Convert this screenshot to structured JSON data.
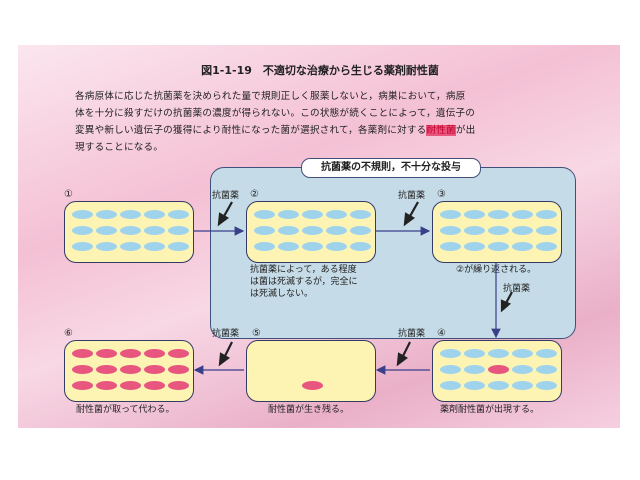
{
  "title": "図1-1-19　不適切な治療から生じる薬剤耐性菌",
  "description": {
    "line1": "各病原体に応じた抗菌薬を決められた量で規則正しく服薬しないと，病巣において，病原",
    "line2": "体を十分に殺すだけの抗菌薬の濃度が得られない。この状態が続くことによって，遺伝子の",
    "line3_a": "変異や新しい遺伝子の獲得により耐性になった菌が選択されて，各薬剤に対する",
    "line3_b": "耐性菌",
    "line3_c": "が出",
    "line4": "現することになる。"
  },
  "panel_title": "抗菌薬の不規則，不十分な投与",
  "drug_label": "抗菌薬",
  "steps": [
    {
      "num": "①",
      "caption": ""
    },
    {
      "num": "②",
      "caption_lines": [
        "抗菌薬によって，ある程度",
        "は菌は死滅するが，完全に",
        "は死滅しない。"
      ]
    },
    {
      "num": "③",
      "caption": "②が繰り返される。"
    },
    {
      "num": "④",
      "caption": "薬剤耐性菌が出現する。"
    },
    {
      "num": "⑤",
      "caption": "耐性菌が生き残る。"
    },
    {
      "num": "⑥",
      "caption": "耐性菌が取って代わる。"
    }
  ],
  "colors": {
    "background_pink": "#f4c0d4",
    "panel_blue": "#c5dbe7",
    "box_yellow": "#fdf4b4",
    "susceptible_bacteria": "#9fd3ec",
    "resistant_bacteria": "#e8557e",
    "arrow_navy": "#3a3f8a"
  }
}
